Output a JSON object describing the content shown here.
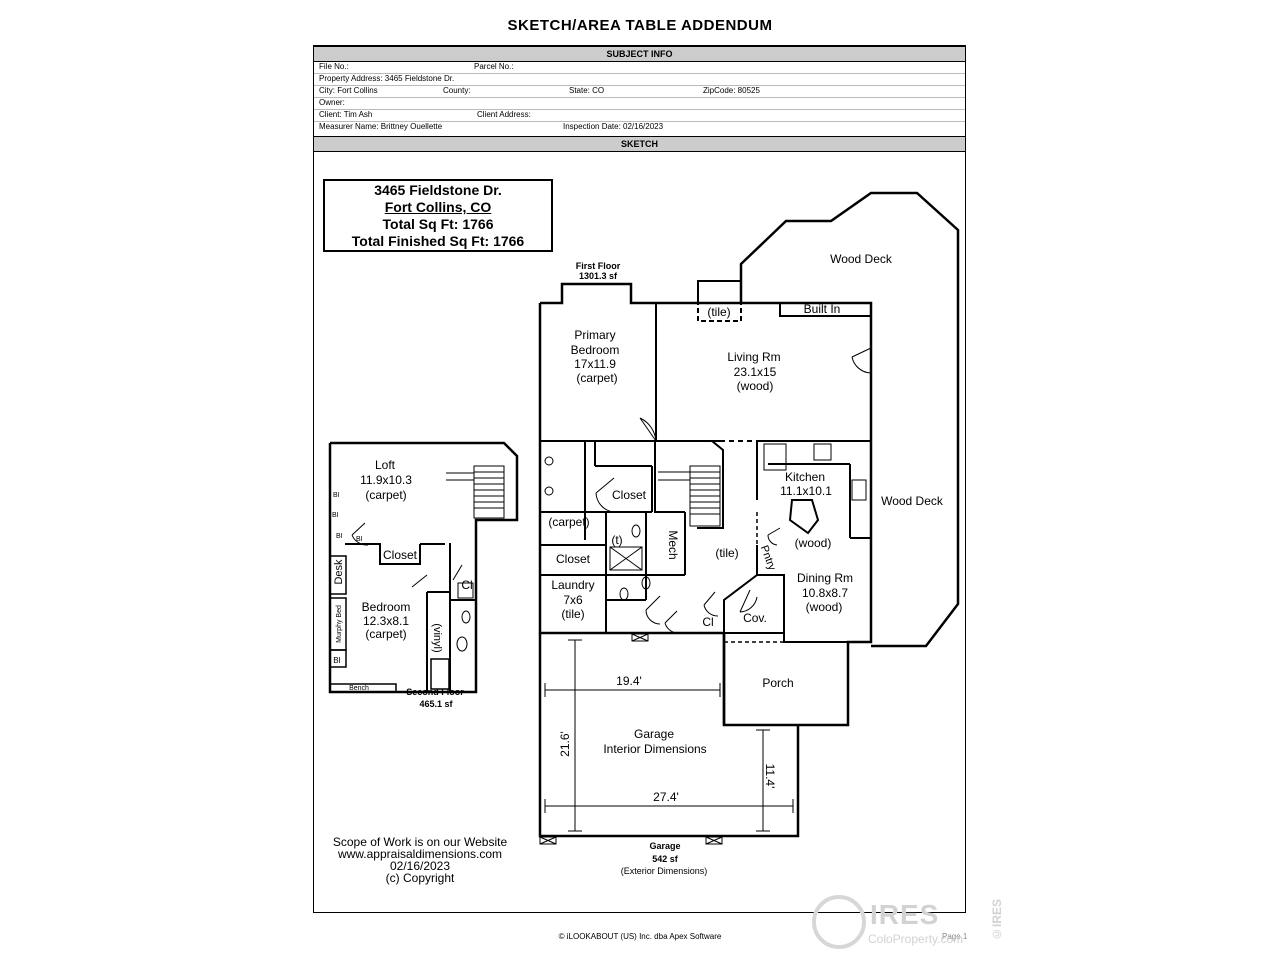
{
  "page_title": "SKETCH/AREA TABLE ADDENDUM",
  "subject_info": {
    "header": "SUBJECT INFO",
    "file_no": "File No.:",
    "parcel_no": "Parcel No.:",
    "property_address": "Property Address: 3465 Fieldstone Dr.",
    "city": "City: Fort Collins",
    "county": "County:",
    "state": "State: CO",
    "zipcode": "ZipCode: 80525",
    "owner": "Owner:",
    "client": "Client: Tim Ash",
    "client_address": "Client Address:",
    "measurer": "Measurer Name: Brittney Ouellette",
    "inspection_date": "Inspection Date: 02/16/2023"
  },
  "sketch_header": "SKETCH",
  "title_box": {
    "line1": "3465 Fieldstone Dr.",
    "line2": "Fort Collins, CO",
    "line3": "Total Sq Ft:  1766",
    "line4": "Total Finished Sq Ft:  1766"
  },
  "first_floor": {
    "label": "First Floor",
    "area": "1301.3 sf"
  },
  "second_floor": {
    "label": "Second Floor",
    "area": "465.1 sf"
  },
  "garage": {
    "label": "Garage",
    "area": "542 sf",
    "note": "(Exterior Dimensions)"
  },
  "rooms": {
    "wood_deck_top": "Wood Deck",
    "wood_deck_right": "Wood Deck",
    "built_in": "Built In",
    "tile_fireplace": "(tile)",
    "primary_1": "Primary",
    "primary_2": "Bedroom",
    "primary_3": "17x11.9",
    "primary_4": "(carpet)",
    "living_1": "Living Rm",
    "living_2": "23.1x15",
    "living_3": "(wood)",
    "closet_a": "Closet",
    "carpet_hall": "(carpet)",
    "closet_b": "Closet",
    "t_label": "(t)",
    "mech": "Mech",
    "tile_hall": "(tile)",
    "kitchen_1": "Kitchen",
    "kitchen_2": "11.1x10.1",
    "wood_kitchen": "(wood)",
    "pntry": "Pntry",
    "dining_1": "Dining Rm",
    "dining_2": "10.8x8.7",
    "dining_3": "(wood)",
    "laundry_1": "Laundry",
    "laundry_2": "7x6",
    "laundry_3": "(tile)",
    "cl_first": "Cl",
    "cov": "Cov.",
    "porch": "Porch",
    "garage_1": "Garage",
    "garage_2": "Interior Dimensions",
    "dim_194": "19.4'",
    "dim_216": "21.6'",
    "dim_114": "11.4'",
    "dim_274": "27.4'",
    "loft_1": "Loft",
    "loft_2": "11.9x10.3",
    "loft_3": "(carpet)",
    "bi_1": "BI",
    "bi_2": "BI",
    "bi_3": "BI",
    "bi_4": "BI",
    "closet_loft": "Closet",
    "desk": "Desk",
    "cl_second": "Cl",
    "bedroom_1": "Bedroom",
    "bedroom_2": "12.3x8.1",
    "bedroom_3": "(carpet)",
    "murphy": "Murphy Bed",
    "vinyl": "(vinyl)",
    "bench": "Bench"
  },
  "scope": {
    "line1": "Scope of Work is on our Website",
    "line2": "www.appraisaldimensions.com",
    "line3": "02/16/2023",
    "line4": "(c) Copyright"
  },
  "footer": "© iLOOKABOUT (US) Inc. dba Apex Software",
  "page_label": "Page 1",
  "watermark": {
    "brand": "IRES",
    "site": "ColoProperty.com",
    "vertical": "©IRES"
  }
}
